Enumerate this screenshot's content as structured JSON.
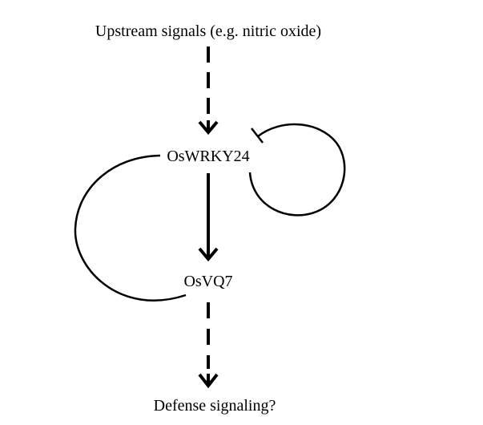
{
  "diagram": {
    "nodes": {
      "upstream": {
        "label": "Upstream signals (e.g. nitric oxide)"
      },
      "wrky24": {
        "label": "OsWRKY24"
      },
      "vq7": {
        "label": "OsVQ7"
      },
      "defense": {
        "label": "Defense signaling?"
      }
    },
    "edges": [
      {
        "from": "upstream",
        "to": "wrky24",
        "style": "dashed",
        "head": "arrow"
      },
      {
        "from": "wrky24",
        "to": "vq7",
        "style": "solid",
        "head": "arrow"
      },
      {
        "from": "vq7",
        "to": "defense",
        "style": "dashed",
        "head": "arrow"
      },
      {
        "from": "vq7",
        "to": "wrky24",
        "style": "curved-solid",
        "head": "none"
      },
      {
        "from": "wrky24",
        "to": "wrky24",
        "style": "self-loop",
        "head": "inhibition"
      }
    ],
    "colors": {
      "stroke": "#000000",
      "background": "#ffffff"
    }
  }
}
